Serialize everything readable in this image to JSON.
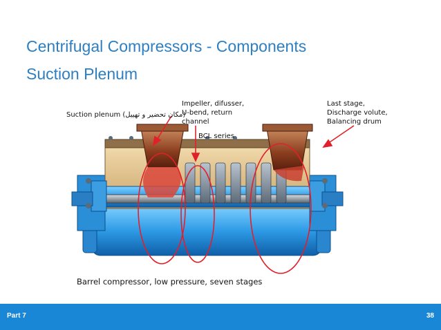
{
  "slide": {
    "title": "Centrifugal Compressors - Components",
    "subtitle": "Suction Plenum"
  },
  "labels": {
    "suction": "Suction plenum (مکان تحضیر و تهییل)",
    "impeller": [
      "Impeller, difusser,",
      "U-bend, return",
      "channel"
    ],
    "bcl": "BCL series",
    "laststage": [
      "Last stage,",
      "Discharge volute,",
      "Balancing drum"
    ]
  },
  "caption": "Barrel compressor, low pressure, seven stages",
  "footer": {
    "part": "Part 7",
    "page": "38"
  },
  "colors": {
    "title": "#2d7fc1",
    "footer": "#1987d6",
    "annotation": "#e0202a",
    "casing": "#3aa6e8"
  }
}
